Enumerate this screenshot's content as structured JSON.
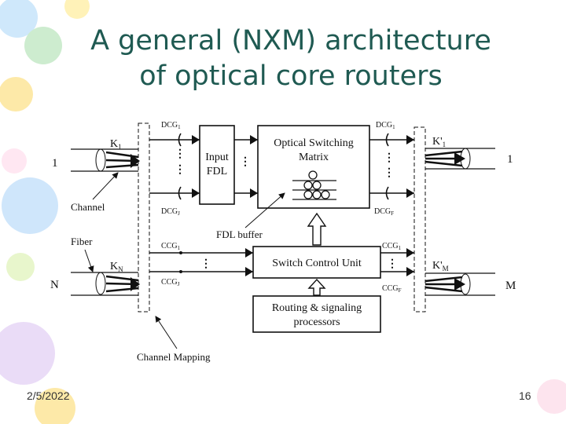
{
  "slide": {
    "title_line1": "A general (NXM) architecture",
    "title_line2": "of optical core routers",
    "date": "2/5/2022",
    "page_number": "16"
  },
  "diagram": {
    "input_top": "1",
    "input_bottom": "N",
    "output_top": "1",
    "output_bottom": "M",
    "k1": "K",
    "k1_sub": "1",
    "kn": "K",
    "kn_sub": "N",
    "k1_out": "K'",
    "k1_out_sub": "1",
    "km_out": "K'",
    "km_out_sub": "M",
    "channel_label": "Channel",
    "fiber_label": "Fiber",
    "channel_mapping_label": "Channel Mapping",
    "fdl_buffer_label": "FDL buffer",
    "input_fdl_line1": "Input",
    "input_fdl_line2": "FDL",
    "osm_line1": "Optical Switching",
    "osm_line2": "Matrix",
    "scu_label": "Switch Control Unit",
    "rsp_line1": "Routing & signaling",
    "rsp_line2": "processors",
    "dcg_in_top": "DCG",
    "dcg_in_top_sub": "1",
    "dcg_in_bot": "DCG",
    "dcg_in_bot_sub": "J",
    "dcg_out_top": "DCG",
    "dcg_out_top_sub": "1",
    "dcg_out_bot": "DCG",
    "dcg_out_bot_sub": "F",
    "ccg_in_top": "CCG",
    "ccg_in_top_sub": "1",
    "ccg_in_bot": "CCG",
    "ccg_in_bot_sub": "J",
    "ccg_out_top": "CCG",
    "ccg_out_top_sub": "1",
    "ccg_out_bot": "CCG",
    "ccg_out_bot_sub": "F"
  }
}
